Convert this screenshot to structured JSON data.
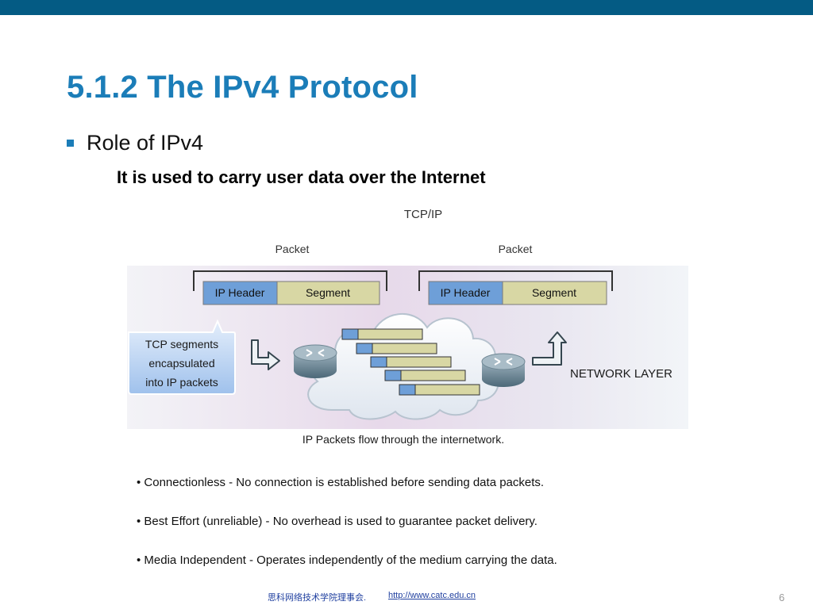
{
  "slide": {
    "title": "5.1.2 The IPv4 Protocol",
    "bullet": "Role of IPv4",
    "subtext": "It is used to carry user data over the Internet"
  },
  "diagram": {
    "heading": "TCP/IP",
    "left_packet": {
      "label": "Packet",
      "header": "IP Header",
      "segment": "Segment"
    },
    "right_packet": {
      "label": "Packet",
      "header": "IP Header",
      "segment": "Segment"
    },
    "callout": [
      "TCP segments",
      "encapsulated",
      "into IP packets"
    ],
    "layer_label": "NETWORK LAYER",
    "caption": "IP Packets flow through the internetwork.",
    "icons": [
      "router-icon",
      "cloud-icon",
      "arrow-icon"
    ],
    "colors": {
      "header": "#6e9fd8",
      "segment": "#d8d7a4",
      "callout": "#bed5f2"
    }
  },
  "features": [
    "• Connectionless - No connection is established before sending data packets.",
    "• Best Effort (unreliable) - No overhead is used to guarantee packet delivery.",
    "• Media Independent - Operates independently of the medium carrying the data."
  ],
  "footer": {
    "org": "思科网络技术学院理事会.",
    "url": "http://www.catc.edu.cn",
    "page": "6"
  },
  "theme": {
    "bar": "#045b84",
    "title": "#1b7db8"
  }
}
